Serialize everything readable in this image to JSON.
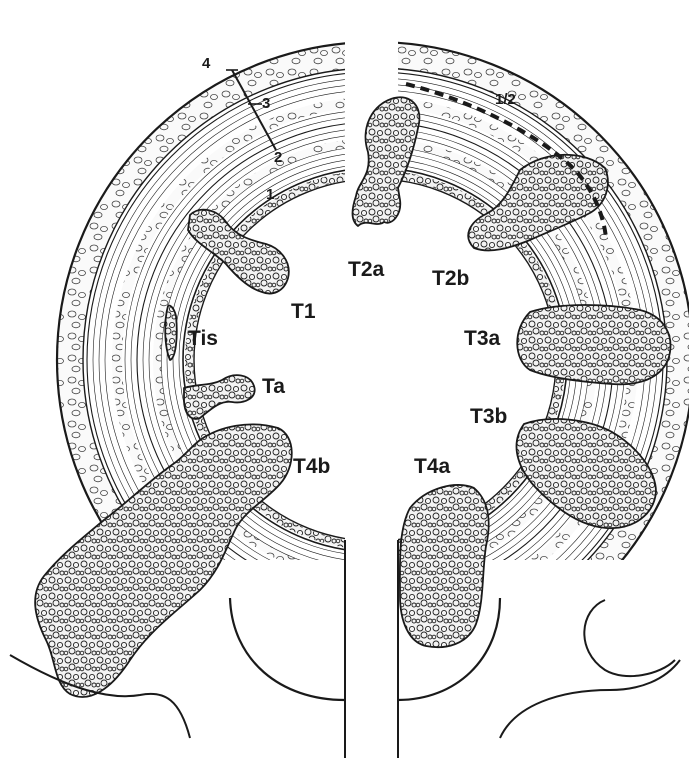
{
  "figure": {
    "stroke_color": "#1a1a1a",
    "background_color": "#ffffff",
    "tumor_fill": "#f2f2f2",
    "layer_labels": [
      "1",
      "2",
      "3",
      "4"
    ],
    "depth_label": "1/2",
    "stage_labels": {
      "t2a": "T2a",
      "t2b": "T2b",
      "t1": "T1",
      "tis": "Tis",
      "ta": "Ta",
      "t3a": "T3a",
      "t3b": "T3b",
      "t4b": "T4b",
      "t4a": "T4a"
    }
  }
}
